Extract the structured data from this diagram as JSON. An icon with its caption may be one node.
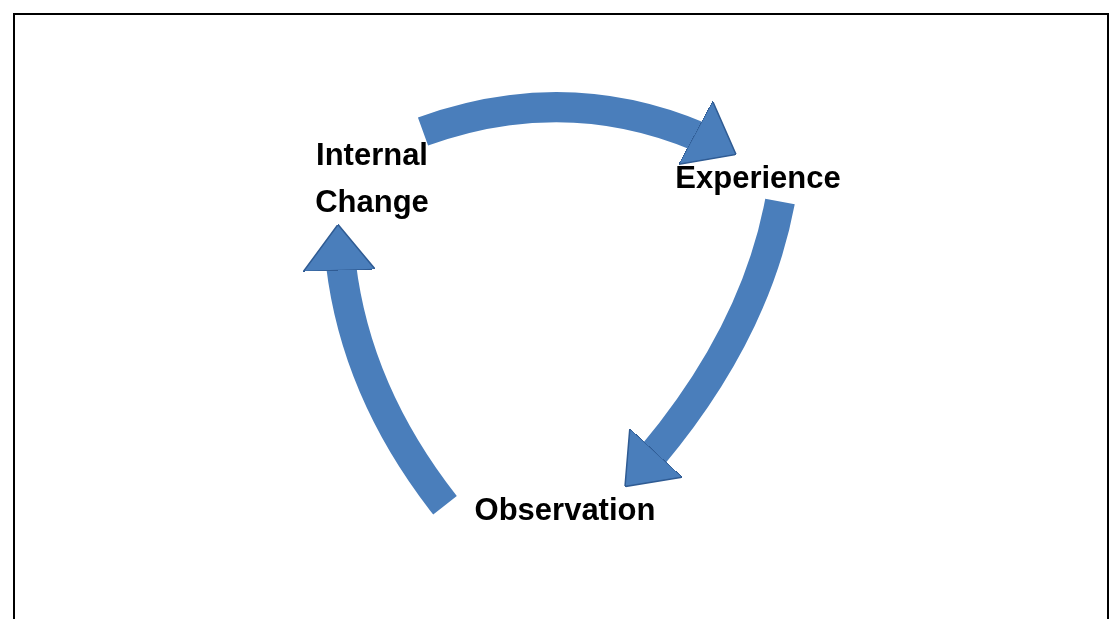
{
  "diagram": {
    "nodes": [
      {
        "text": [
          "Internal Change"
        ]
      },
      {
        "text": [
          "Experience"
        ]
      },
      {
        "text": [
          "Observation"
        ]
      }
    ],
    "edges": [
      {
        "from": 0,
        "to": 1,
        "arrow": "to"
      },
      {
        "from": 1,
        "to": 2,
        "arrow": "to"
      },
      {
        "from": 2,
        "to": 0,
        "arrow": "to"
      }
    ]
  }
}
